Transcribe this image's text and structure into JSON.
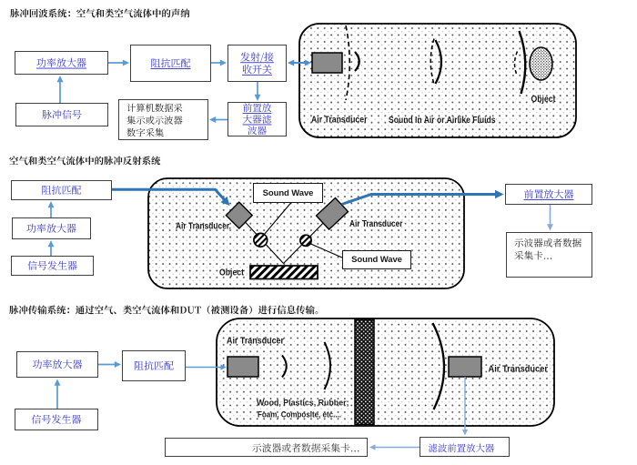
{
  "document": {
    "background": "#ffffff",
    "language": "zh-CN"
  },
  "colors": {
    "link_blue": "#3333cc",
    "arrow_blue": "#5b9bd5",
    "flow_blue": "#2e75b6",
    "transducer_gray": "#8a8a8a"
  },
  "sections": [
    {
      "title": "脉冲回波系统：空气和类空气流体中的声纳",
      "boxes": {
        "power_amp": "功率放大器",
        "impedance_match": "阻抗匹配",
        "tr_switch": "发射/接收开关",
        "pulse_signal": "脉冲信号",
        "computer_daq": "计算机数据采集示或示波器数字采集",
        "preamp_filter": "前置放大器滤波器"
      },
      "chamber": {
        "transducer_label": "Air Transducer",
        "medium_label": "Sound In Air or Airlike Fluids",
        "object_label": "Object"
      }
    },
    {
      "title": "空气和类空气流体中的脉冲反射系统",
      "boxes": {
        "impedance_match": "阻抗匹配",
        "power_amp": "功率放大器",
        "signal_gen": "信号发生器",
        "preamp": "前置放大器",
        "scope_daq": "示波器或者数据采集卡..."
      },
      "chamber": {
        "left_transducer_label": "Air Transducer.",
        "right_transducer_label": "Air Transducer",
        "sound_wave_top": "Sound Wave",
        "sound_wave_bottom": "Sound Wave",
        "object_label": "Object"
      }
    },
    {
      "title": "脉冲传输系统：通过空气、类空气流体和DUT（被测设备）进行信息传输。",
      "boxes": {
        "power_amp": "功率放大器",
        "impedance_match": "阻抗匹配",
        "signal_gen": "信号发生器",
        "filter_preamp": "滤波前置放大器",
        "scope_daq": "示波器或者数据采集卡..."
      },
      "chamber": {
        "left_transducer_label": "Air Transducer",
        "right_transducer_label": "Air Transducer",
        "dut_material_line1": "Wood, Plastics, Rubber;",
        "dut_material_line2": "Foam, Composite, etc...."
      }
    }
  ]
}
